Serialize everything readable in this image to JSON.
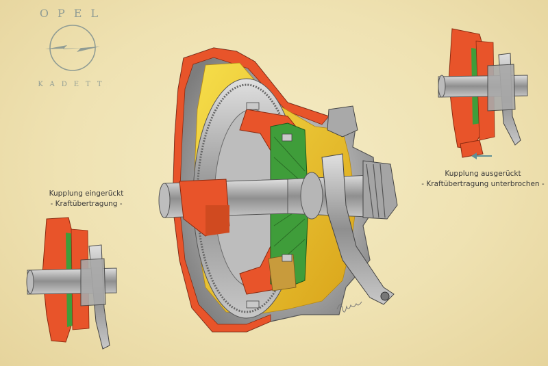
{
  "brand": {
    "name": "OPEL",
    "model": "KADETT"
  },
  "captions": {
    "engaged_title": "Kupplung eingerückt",
    "engaged_sub": "- Kraftübertragung -",
    "disengaged_title": "Kupplung ausgerückt",
    "disengaged_sub": "- Kraftübertragung unterbrochen -"
  },
  "colors": {
    "background": "#efe4b6",
    "orange": "#e8542a",
    "gray": "#9a9a9a",
    "green": "#3f9d3a",
    "yellow": "#f2cf2a",
    "logo": "#8f9c94"
  }
}
